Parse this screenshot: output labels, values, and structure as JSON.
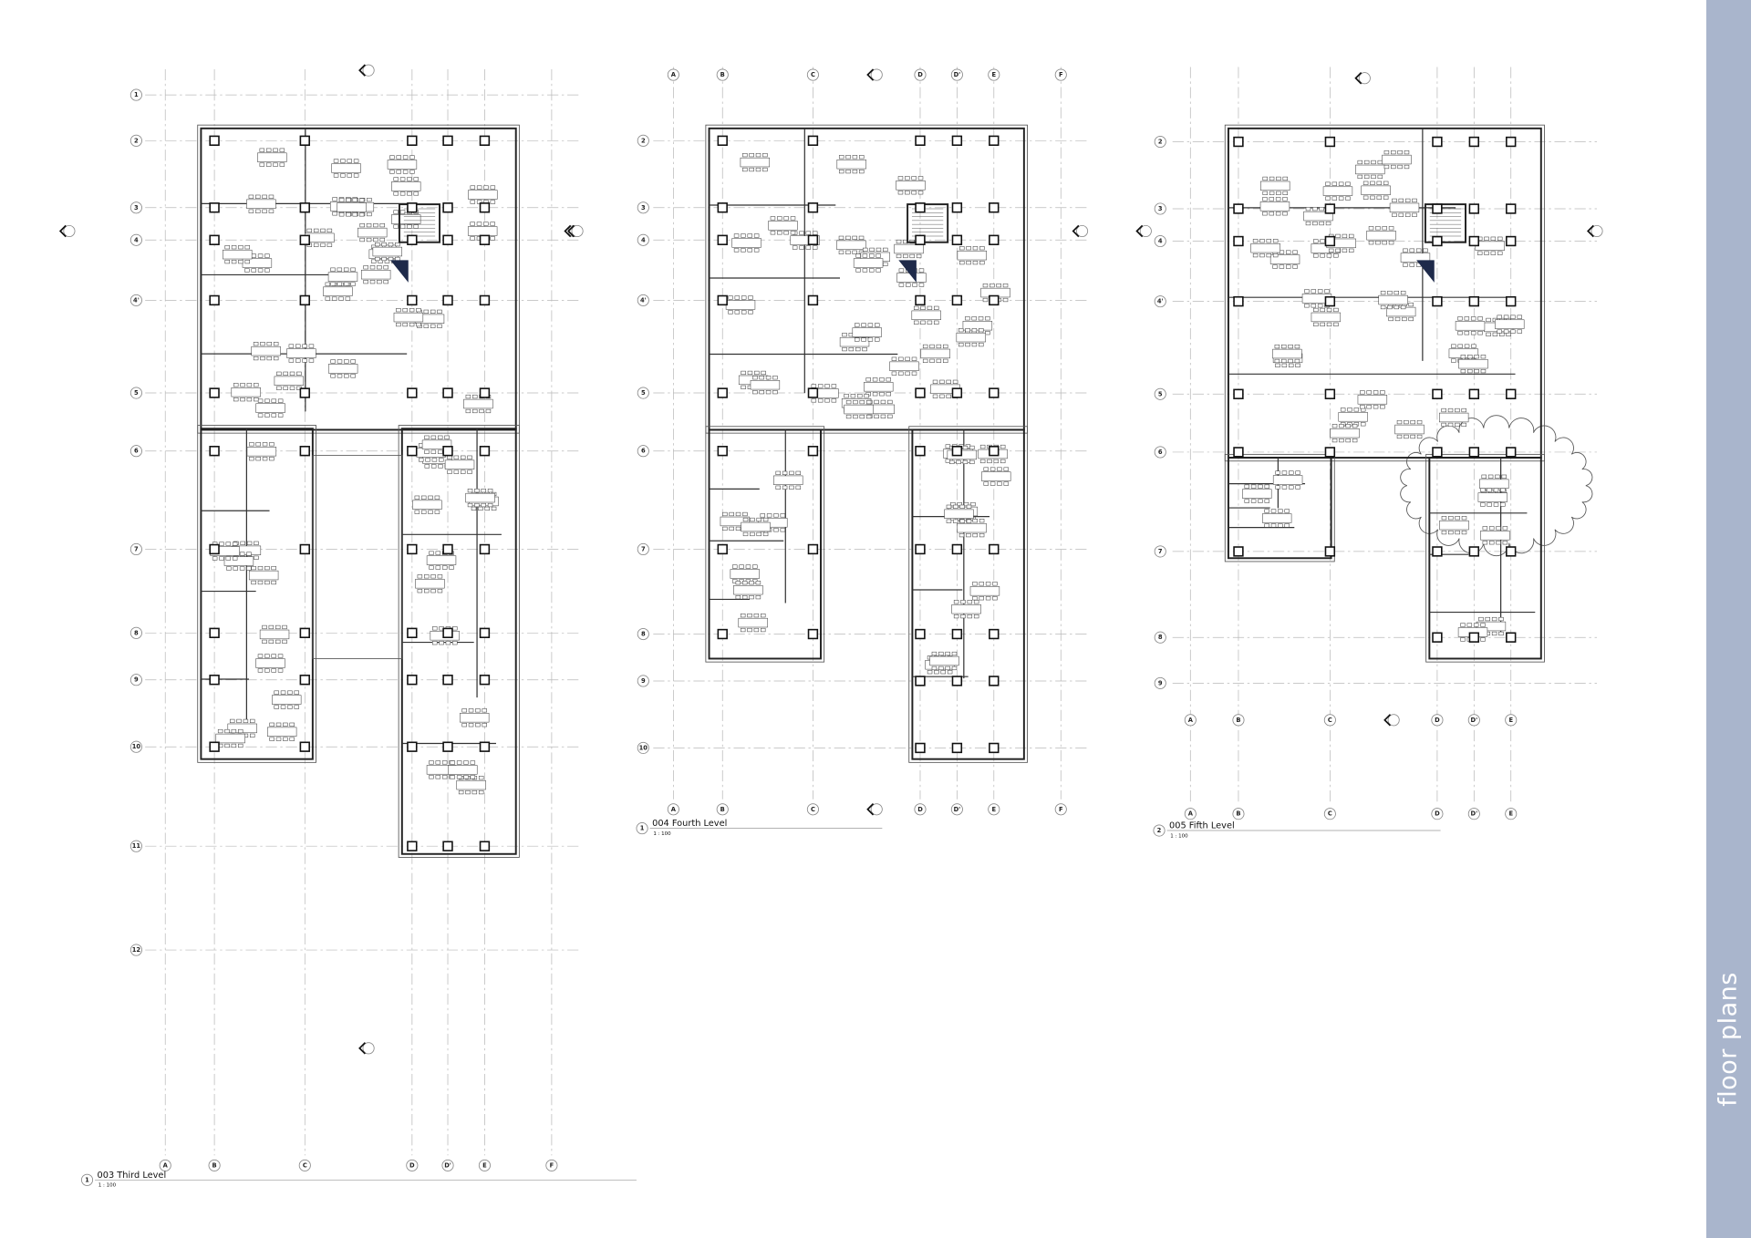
{
  "sheet": {
    "label": "floor plans",
    "band_color": "#a9b5cc"
  },
  "plans": [
    {
      "number": "1",
      "title": "003 Third Level",
      "scale": "1 : 100",
      "cols": [
        "A",
        "B",
        "C",
        "D",
        "D'",
        "E",
        "F"
      ],
      "rows": [
        "1",
        "2",
        "3",
        "4",
        "4'",
        "5",
        "6",
        "7",
        "8",
        "9",
        "10",
        "11",
        "12"
      ]
    },
    {
      "number": "1",
      "title": "004 Fourth Level",
      "scale": "1 : 100",
      "cols": [
        "A",
        "B",
        "C",
        "D",
        "D'",
        "E",
        "F"
      ],
      "rows": [
        "2",
        "3",
        "4",
        "4'",
        "5",
        "6",
        "7",
        "8",
        "9",
        "10"
      ]
    },
    {
      "number": "2",
      "title": "005 Fifth Level",
      "scale": "1 : 100",
      "cols": [
        "A",
        "B",
        "C",
        "D",
        "D'",
        "E"
      ],
      "rows": [
        "2",
        "3",
        "4",
        "4'",
        "5",
        "6",
        "7",
        "8",
        "9"
      ]
    }
  ]
}
